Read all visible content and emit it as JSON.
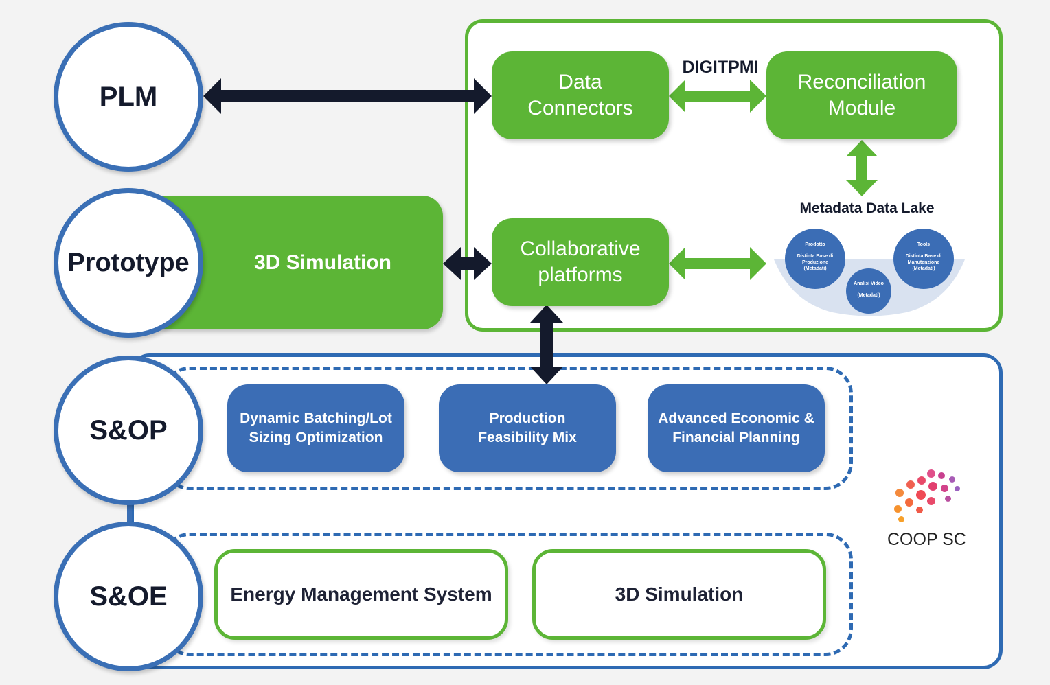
{
  "roles": {
    "plm": "PLM",
    "prototype": "Prototype",
    "sop": "S&OP",
    "soe": "S&OE"
  },
  "prototype_box": "3D Simulation",
  "digitpmi": {
    "title": "DIGITPMI",
    "data_connectors": "Data\nConnectors",
    "reconciliation": "Reconciliation\nModule",
    "collaborative": "Collaborative\nplatforms",
    "metadata_lake": "Metadata Data Lake",
    "lake_items": {
      "a_title": "Prodotto",
      "a_text": "Distinta Base di\nProduzione\n(Metadati)",
      "b_title": "Tools",
      "b_text": "Distinta Base di\nManutenzione\n(Metadati)",
      "c_title": "Analisi Video",
      "c_text": "(Metadati)"
    }
  },
  "sop_modules": [
    "Dynamic Batching/Lot\nSizing Optimization",
    "Production\nFeasibility Mix",
    "Advanced Economic &\nFinancial Planning"
  ],
  "soe_modules": [
    "Energy Management System",
    "3D Simulation"
  ],
  "logo": "COOP SC",
  "colors": {
    "green": "#5cb536",
    "blue": "#2e6ab3",
    "navy": "#141a2c"
  }
}
